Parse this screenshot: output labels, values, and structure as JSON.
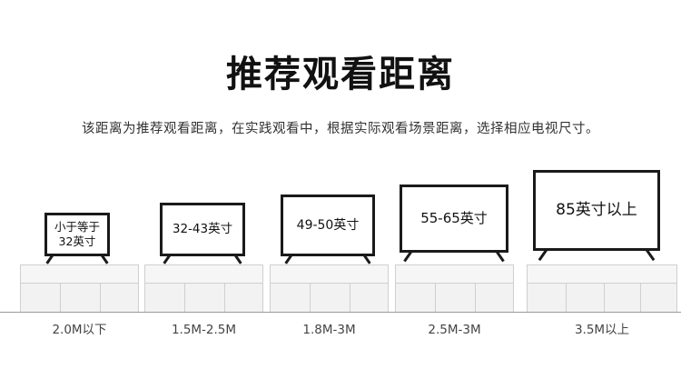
{
  "title": "推荐观看距离",
  "subtitle": "该距离为推荐观看距离，在实践观看中，根据实际观看场景距离，选择相应电视尺寸。",
  "items": [
    {
      "size_line1": "小于等于",
      "size_line2": "32英寸",
      "distance": "2.0M以下"
    },
    {
      "size_line1": "32-43英寸",
      "distance": "1.5M-2.5M"
    },
    {
      "size_line1": "49-50英寸",
      "distance": "1.8M-3M"
    },
    {
      "size_line1": "55-65英寸",
      "distance": "2.5M-3M"
    },
    {
      "size_line1": "85英寸以上",
      "distance": "3.5M以上"
    }
  ],
  "colors": {
    "frame": "#1a1a1a",
    "shelf": "#f2f2f2",
    "shelf_line": "#cfcfcf"
  }
}
